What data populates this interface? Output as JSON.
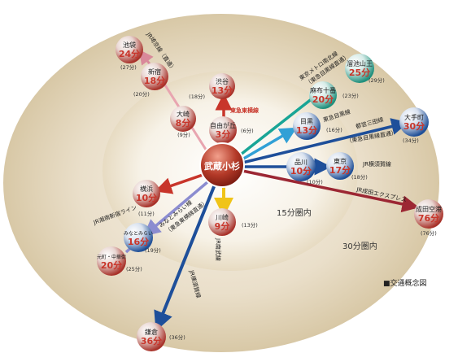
{
  "zones": {
    "inner_label": "15分圏内",
    "outer_label": "30分圏内"
  },
  "legend": "■交通概念図",
  "center": {
    "name": "武蔵小杉"
  },
  "stations": [
    {
      "id": "ikebukuro",
      "name": "池袋",
      "time": "24分",
      "note": "(27分)"
    },
    {
      "id": "shinjuku",
      "name": "新宿",
      "time": "18分",
      "note": "(20分)"
    },
    {
      "id": "osaki",
      "name": "大崎",
      "time": "8分",
      "note": "(9分)"
    },
    {
      "id": "shibuya",
      "name": "渋谷",
      "time": "13分",
      "note": "(18分)"
    },
    {
      "id": "jiyugaoka",
      "name": "自由が丘",
      "time": "3分",
      "note": "(6分)"
    },
    {
      "id": "meguro",
      "name": "目黒",
      "time": "13分",
      "note": "(16分)"
    },
    {
      "id": "azabujuban",
      "name": "麻布十番",
      "time": "20分",
      "note": "(23分)"
    },
    {
      "id": "tameikesanno",
      "name": "溜池山王",
      "time": "25分",
      "note": "(29分)"
    },
    {
      "id": "otemachi",
      "name": "大手町",
      "time": "30分",
      "note": "(34分)"
    },
    {
      "id": "shinagawa",
      "name": "品川",
      "time": "10分",
      "note": "(10分)"
    },
    {
      "id": "tokyo",
      "name": "東京",
      "time": "17分",
      "note": "(18分)"
    },
    {
      "id": "narita",
      "name": "成田空港",
      "time": "76分",
      "note": "(76分)"
    },
    {
      "id": "yokohama",
      "name": "横浜",
      "time": "10分",
      "note": "(11分)"
    },
    {
      "id": "minatomirai",
      "name": "みなとみらい",
      "time": "16分",
      "note": "(19分)"
    },
    {
      "id": "motomachi",
      "name": "元町・中華街",
      "time": "20分",
      "note": "(25分)"
    },
    {
      "id": "kawasaki",
      "name": "川崎",
      "time": "9分",
      "note": "(13分)"
    },
    {
      "id": "kamakura",
      "name": "鎌倉",
      "time": "36分",
      "note": "(36分)"
    }
  ],
  "lines": [
    {
      "id": "saikyo",
      "label": "JR埼京線（直通）"
    },
    {
      "id": "toyoko",
      "label": "東急東横線"
    },
    {
      "id": "namboku",
      "label": "東京メトロ南北線"
    },
    {
      "id": "namboku_sub",
      "label": "（東急目黒線直通）"
    },
    {
      "id": "meguro_line",
      "label": "東急目黒線"
    },
    {
      "id": "mita",
      "label": "都営三田線"
    },
    {
      "id": "mita_sub",
      "label": "（東急目黒線直通）"
    },
    {
      "id": "yokosuka_top",
      "label": "JR横須賀線"
    },
    {
      "id": "nex",
      "label": "JR成田エクスプレス"
    },
    {
      "id": "shonan",
      "label": "JR湘南新宿ライン"
    },
    {
      "id": "minatomirai_l",
      "label": "みなとみらい線"
    },
    {
      "id": "minatomirai_sub",
      "label": "（東急東横線直通）"
    },
    {
      "id": "nambu",
      "label": "JR南武線"
    },
    {
      "id": "yokosuka_bot",
      "label": "JR横須賀線"
    }
  ]
}
